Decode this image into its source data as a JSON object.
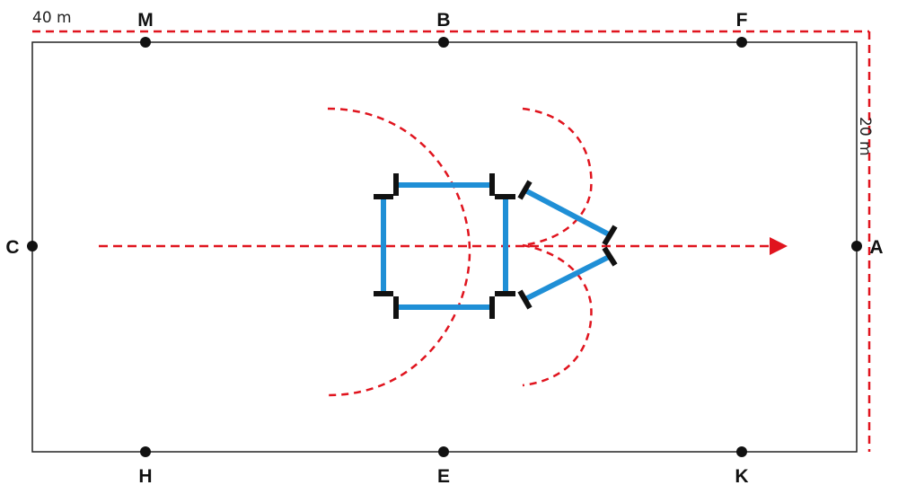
{
  "dimensions": {
    "length": "40 m",
    "width": "20 m"
  },
  "markers": {
    "C": "C",
    "A": "A",
    "M": "M",
    "B": "B",
    "F": "F",
    "H": "H",
    "E": "E",
    "K": "K"
  },
  "colors": {
    "arena_border": "#222222",
    "dimension_line": "#e0141e",
    "path": "#e0141e",
    "obstacle_bar": "#1f8fd6",
    "obstacle_post": "#111111",
    "marker_dot": "#111111"
  }
}
